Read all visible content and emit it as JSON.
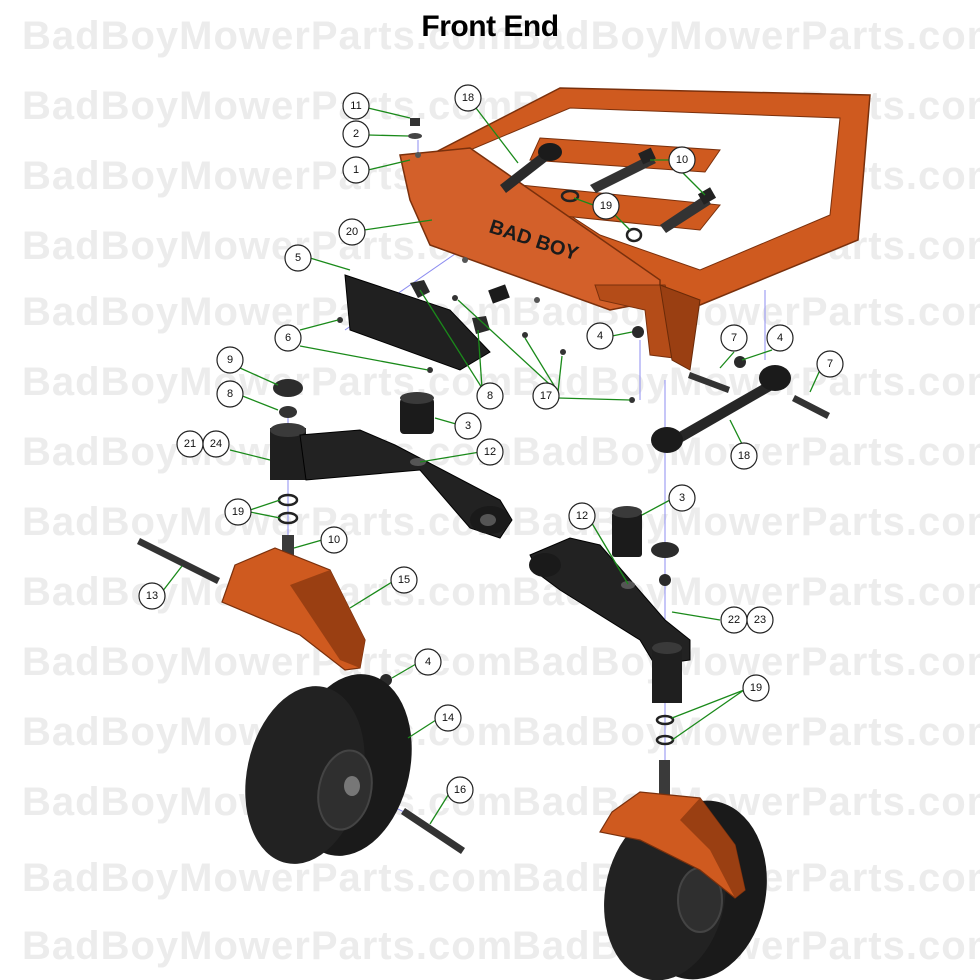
{
  "title": "Front End",
  "watermark": "BadBoyMowerParts.com",
  "colors": {
    "frame": "#cf5a1f",
    "frame_dark": "#9a3f12",
    "part_black": "#1b1b1b",
    "part_gray": "#3a3a3a",
    "leader_green": "#1a8a1a"
  },
  "callouts": [
    {
      "id": "c11",
      "label": "11"
    },
    {
      "id": "c2",
      "label": "2"
    },
    {
      "id": "c1",
      "label": "1"
    },
    {
      "id": "c18a",
      "label": "18"
    },
    {
      "id": "c10a",
      "label": "10"
    },
    {
      "id": "c19a",
      "label": "19"
    },
    {
      "id": "c20",
      "label": "20"
    },
    {
      "id": "c5",
      "label": "5"
    },
    {
      "id": "c6",
      "label": "6"
    },
    {
      "id": "c4a",
      "label": "4"
    },
    {
      "id": "c7a",
      "label": "7"
    },
    {
      "id": "c4b",
      "label": "4"
    },
    {
      "id": "c7b",
      "label": "7"
    },
    {
      "id": "c9",
      "label": "9"
    },
    {
      "id": "c8a",
      "label": "8"
    },
    {
      "id": "c8b",
      "label": "8"
    },
    {
      "id": "c17",
      "label": "17"
    },
    {
      "id": "c3a",
      "label": "3"
    },
    {
      "id": "c18b",
      "label": "18"
    },
    {
      "id": "c21",
      "label": "21"
    },
    {
      "id": "c24",
      "label": "24"
    },
    {
      "id": "c12a",
      "label": "12"
    },
    {
      "id": "c19b",
      "label": "19"
    },
    {
      "id": "c10b",
      "label": "10"
    },
    {
      "id": "c13",
      "label": "13"
    },
    {
      "id": "c15",
      "label": "15"
    },
    {
      "id": "c4c",
      "label": "4"
    },
    {
      "id": "c14",
      "label": "14"
    },
    {
      "id": "c16",
      "label": "16"
    },
    {
      "id": "c3b",
      "label": "3"
    },
    {
      "id": "c12b",
      "label": "12"
    },
    {
      "id": "c22",
      "label": "22"
    },
    {
      "id": "c23",
      "label": "23"
    },
    {
      "id": "c19c",
      "label": "19"
    }
  ]
}
